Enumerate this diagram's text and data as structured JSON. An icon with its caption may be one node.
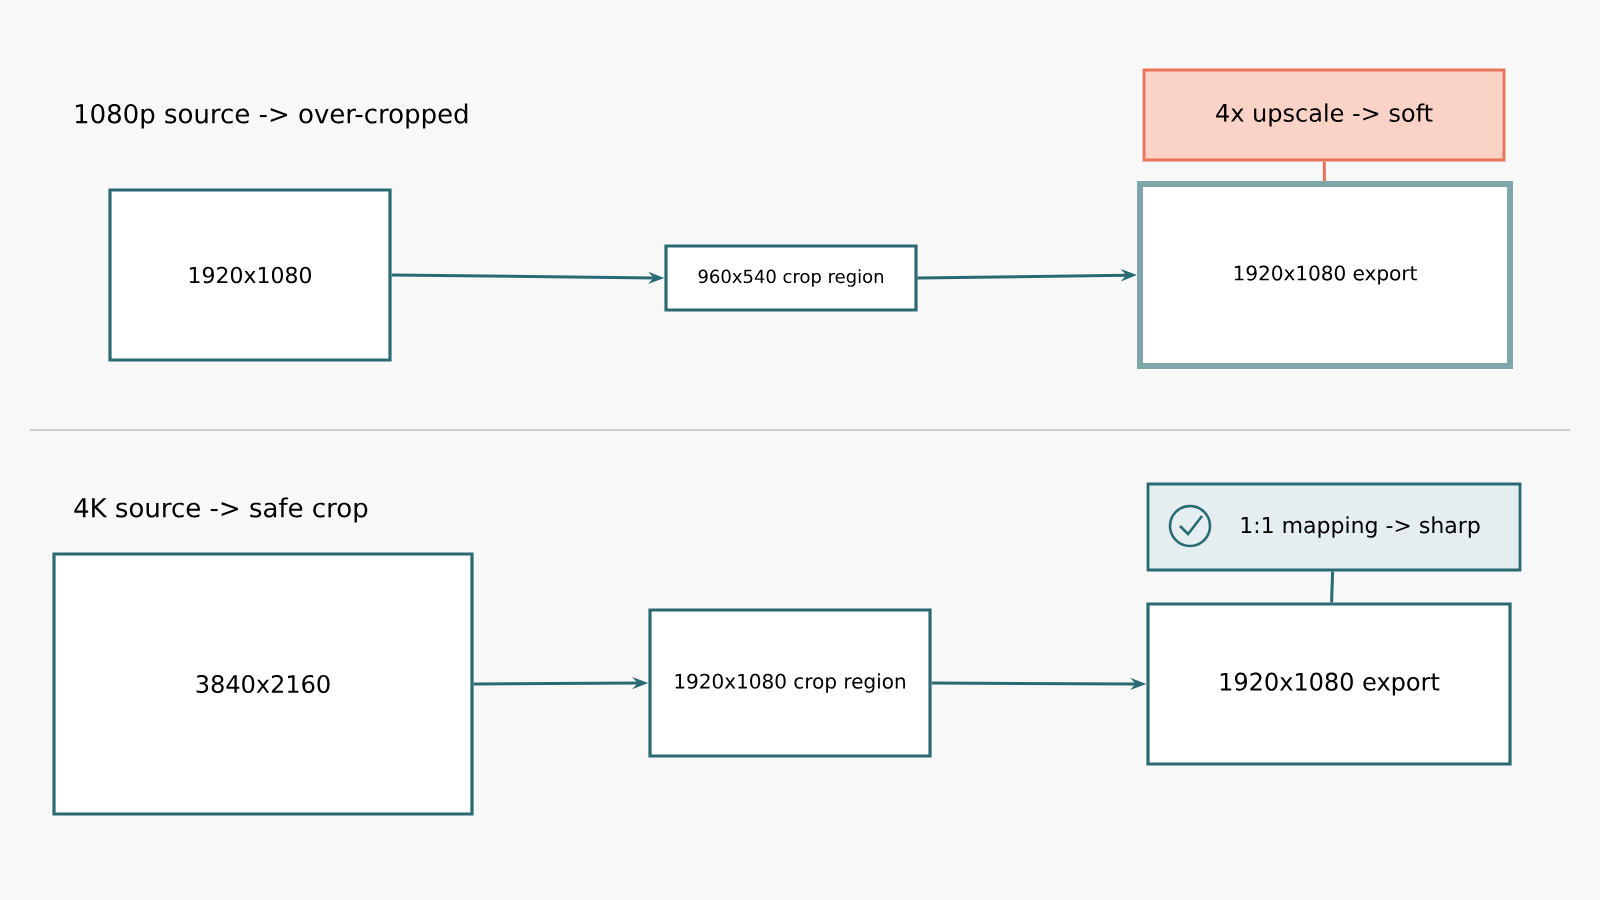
{
  "diagram": {
    "nodes": [
      {
        "text": [
          "1920x1080"
        ]
      },
      {
        "text": [
          "960x540 crop region"
        ]
      },
      {
        "text": [
          "1920x1080 export"
        ]
      },
      {
        "text": [
          "4x upscale -> soft"
        ]
      },
      {
        "text": [
          "3840x2160"
        ]
      },
      {
        "text": [
          "1920x1080 crop region"
        ]
      },
      {
        "text": [
          "1920x1080 export"
        ]
      },
      {
        "text": [
          "1:1 mapping -> sharp"
        ]
      }
    ],
    "edges": [
      {
        "from": 0,
        "to": 1,
        "arrow": "to"
      },
      {
        "from": 1,
        "to": 2,
        "arrow": "to"
      },
      {
        "from": 3,
        "to": 2,
        "arrow": "none",
        "color": "#e8735a"
      },
      {
        "from": 4,
        "to": 5,
        "arrow": "to"
      },
      {
        "from": 5,
        "to": 6,
        "arrow": "to"
      },
      {
        "from": 7,
        "to": 6,
        "arrow": "none"
      }
    ],
    "labels": [
      "1080p source -> over-cropped",
      "4K source -> safe crop"
    ]
  }
}
